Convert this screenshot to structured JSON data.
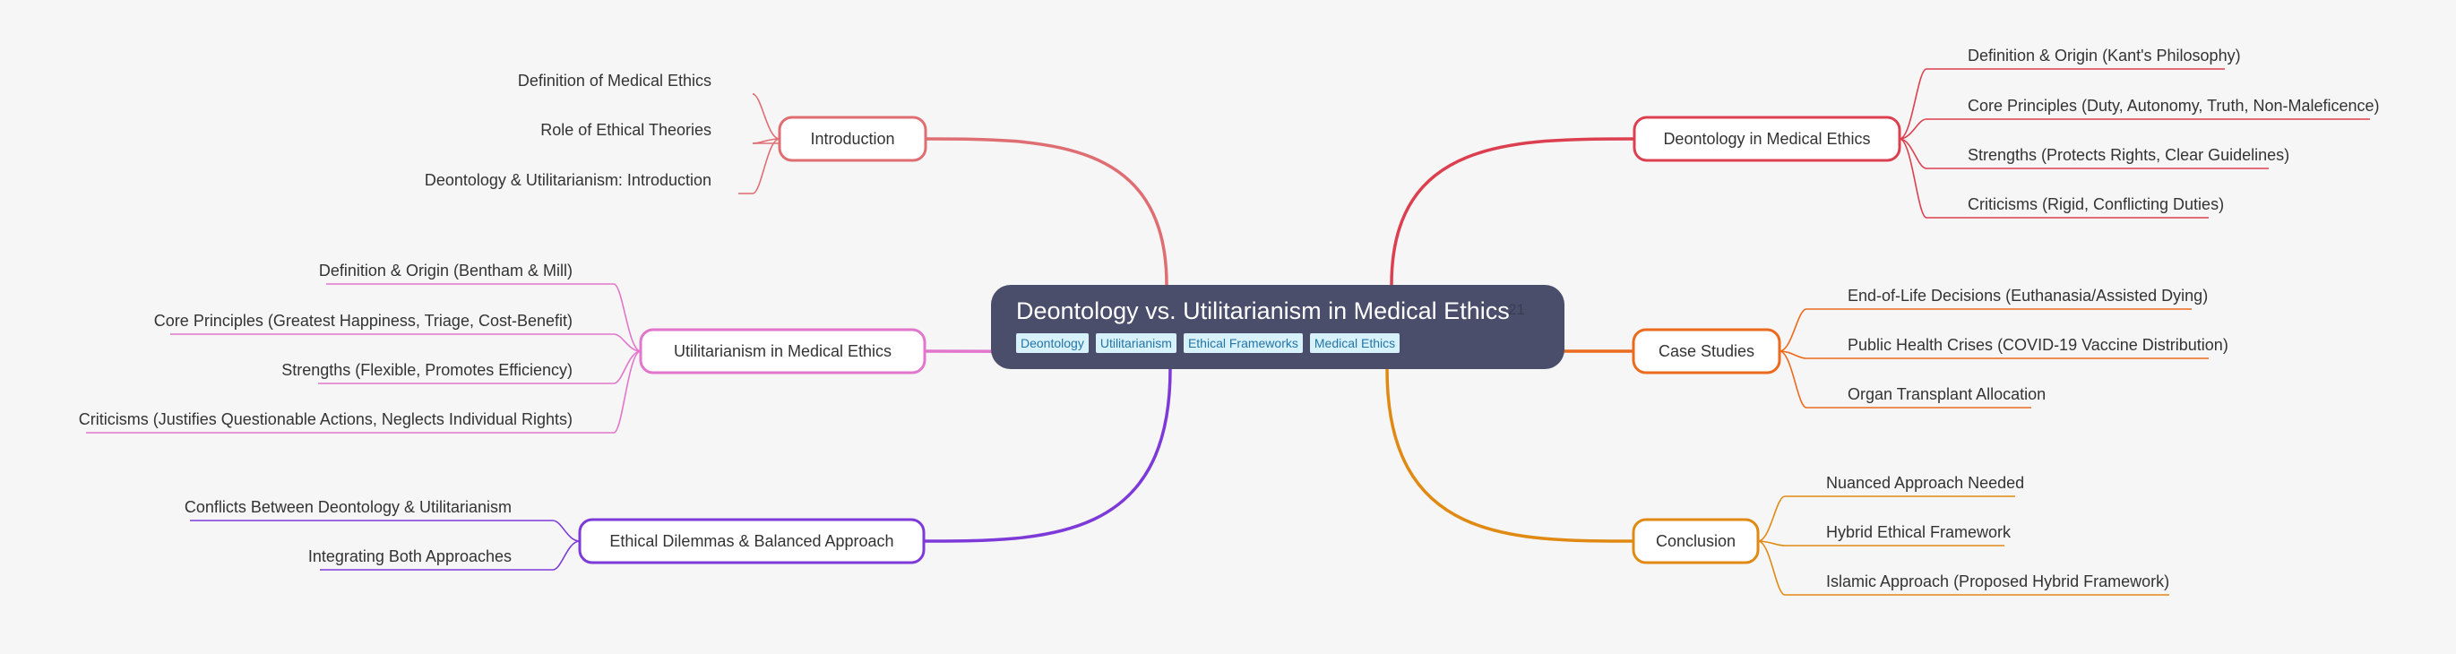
{
  "root": {
    "title": "Deontology vs. Utilitarianism in Medical Ethics",
    "tags": [
      "Deontology",
      "Utilitarianism",
      "Ethical Frameworks",
      "Medical Ethics"
    ]
  },
  "branches": [
    {
      "label": "Introduction",
      "side": "left",
      "color": "#df6e73",
      "children": [
        "Definition of Medical Ethics",
        "Role of Ethical Theories",
        "Deontology & Utilitarianism: Introduction"
      ]
    },
    {
      "label": "Utilitarianism in Medical Ethics",
      "side": "left",
      "color": "#e276cc",
      "children": [
        "Definition & Origin (Bentham & Mill)",
        "Core Principles (Greatest Happiness, Triage, Cost-Benefit)",
        "Strengths (Flexible, Promotes Efficiency)",
        "Criticisms (Justifies Questionable Actions, Neglects Individual Rights)"
      ]
    },
    {
      "label": "Ethical Dilemmas & Balanced Approach",
      "side": "left",
      "color": "#7d3ad8",
      "children": [
        "Conflicts Between Deontology & Utilitarianism",
        "Integrating Both Approaches"
      ]
    },
    {
      "label": "Deontology in Medical Ethics",
      "side": "right",
      "color": "#dc3f4f",
      "children": [
        "Definition & Origin (Kant's Philosophy)",
        "Core Principles (Duty, Autonomy, Truth, Non-Maleficence)",
        "Strengths (Protects Rights, Clear Guidelines)",
        "Criticisms (Rigid, Conflicting Duties)"
      ]
    },
    {
      "label": "Case Studies",
      "side": "right",
      "color": "#ec6a1d",
      "children": [
        "End-of-Life Decisions (Euthanasia/Assisted Dying)",
        "Public Health Crises (COVID-19 Vaccine Distribution)",
        "Organ Transplant Allocation"
      ]
    },
    {
      "label": "Conclusion",
      "side": "right",
      "color": "#e08a14",
      "children": [
        "Nuanced Approach Needed",
        "Hybrid Ethical Framework",
        "Islamic Approach (Proposed Hybrid Framework)"
      ]
    }
  ],
  "expand_indicator": "21"
}
